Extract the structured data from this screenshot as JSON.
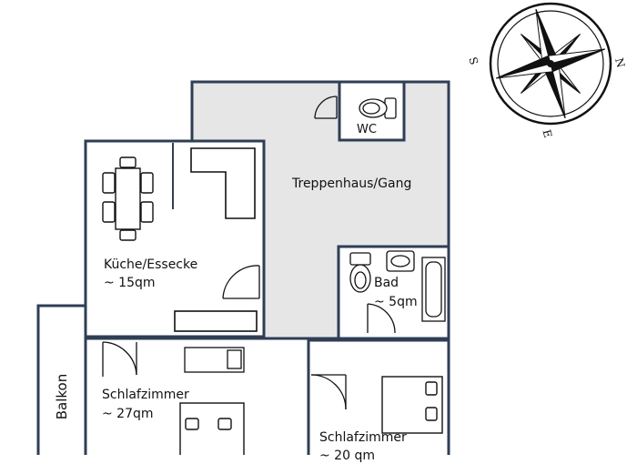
{
  "rooms": {
    "stair": {
      "name": "Treppenhaus/Gang"
    },
    "wc": {
      "name": "WC"
    },
    "kitchen": {
      "name": "Küche/Essecke",
      "area": "~ 15qm"
    },
    "bath": {
      "name": "Bad",
      "area": "~ 5qm"
    },
    "bedroom1": {
      "name": "Schlafzimmer",
      "area": "~ 27qm"
    },
    "bedroom2": {
      "name": "Schlafzimmer",
      "area": "~ 20 qm"
    },
    "balcony": {
      "name": "Balkon"
    }
  },
  "compass": {
    "north": "N",
    "south": "S",
    "east": "E"
  },
  "colors": {
    "wall": "#2f3e55",
    "hall_fill": "#e6e6e6",
    "line": "#111111"
  }
}
